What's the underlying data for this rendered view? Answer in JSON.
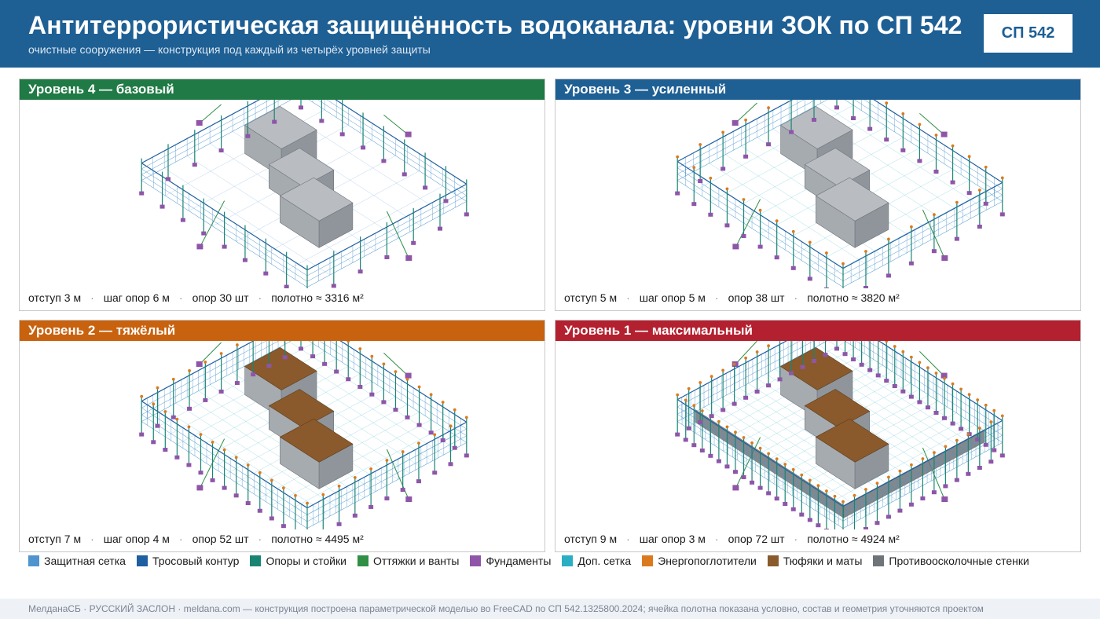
{
  "header": {
    "title": "Антитеррористическая защищённость водоканала: уровни ЗОК по СП 542",
    "subtitle": "очистные сооружения — конструкция под каждый из четырёх уровней защиты",
    "badge": "СП 542"
  },
  "panels": {
    "p4": {
      "title": "Уровень 4 — базовый",
      "color": "#1f7a45",
      "offset": "отступ 3 м",
      "step": "шаг опор 6 м",
      "supports": "опор 30 шт",
      "fabric": "полотно ≈ 3316 м²"
    },
    "p3": {
      "title": "Уровень 3 — усиленный",
      "color": "#1e5f94",
      "offset": "отступ 5 м",
      "step": "шаг опор 5 м",
      "supports": "опор 38 шт",
      "fabric": "полотно ≈ 3820 м²"
    },
    "p2": {
      "title": "Уровень 2 — тяжёлый",
      "color": "#c8620f",
      "offset": "отступ 7 м",
      "step": "шаг опор 4 м",
      "supports": "опор 52 шт",
      "fabric": "полотно ≈ 4495 м²"
    },
    "p1": {
      "title": "Уровень 1 — максимальный",
      "color": "#b3202f",
      "offset": "отступ 9 м",
      "step": "шаг опор 3 м",
      "supports": "опор 72 шт",
      "fabric": "полотно ≈ 4924 м²"
    }
  },
  "legend": [
    {
      "label": "Защитная сетка",
      "color": "#4f94cf"
    },
    {
      "label": "Тросовый контур",
      "color": "#1d5fa0"
    },
    {
      "label": "Опоры и стойки",
      "color": "#188573"
    },
    {
      "label": "Оттяжки и ванты",
      "color": "#2e8f45"
    },
    {
      "label": "Фундаменты",
      "color": "#8e55a8"
    },
    {
      "label": "Доп. сетка",
      "color": "#2aaec4"
    },
    {
      "label": "Энергопоглотители",
      "color": "#db7a1d"
    },
    {
      "label": "Тюфяки и маты",
      "color": "#8a5a2c"
    },
    {
      "label": "Противоосколочные стенки",
      "color": "#6e7478"
    }
  ],
  "footer": "МелданаСБ · РУССКИЙ ЗАСЛОН · meldana.com — конструкция построена параметрической моделью во FreeCAD по СП 542.1325800.2024; ячейка полотна показана условно, состав и геометрия уточняются проектом"
}
